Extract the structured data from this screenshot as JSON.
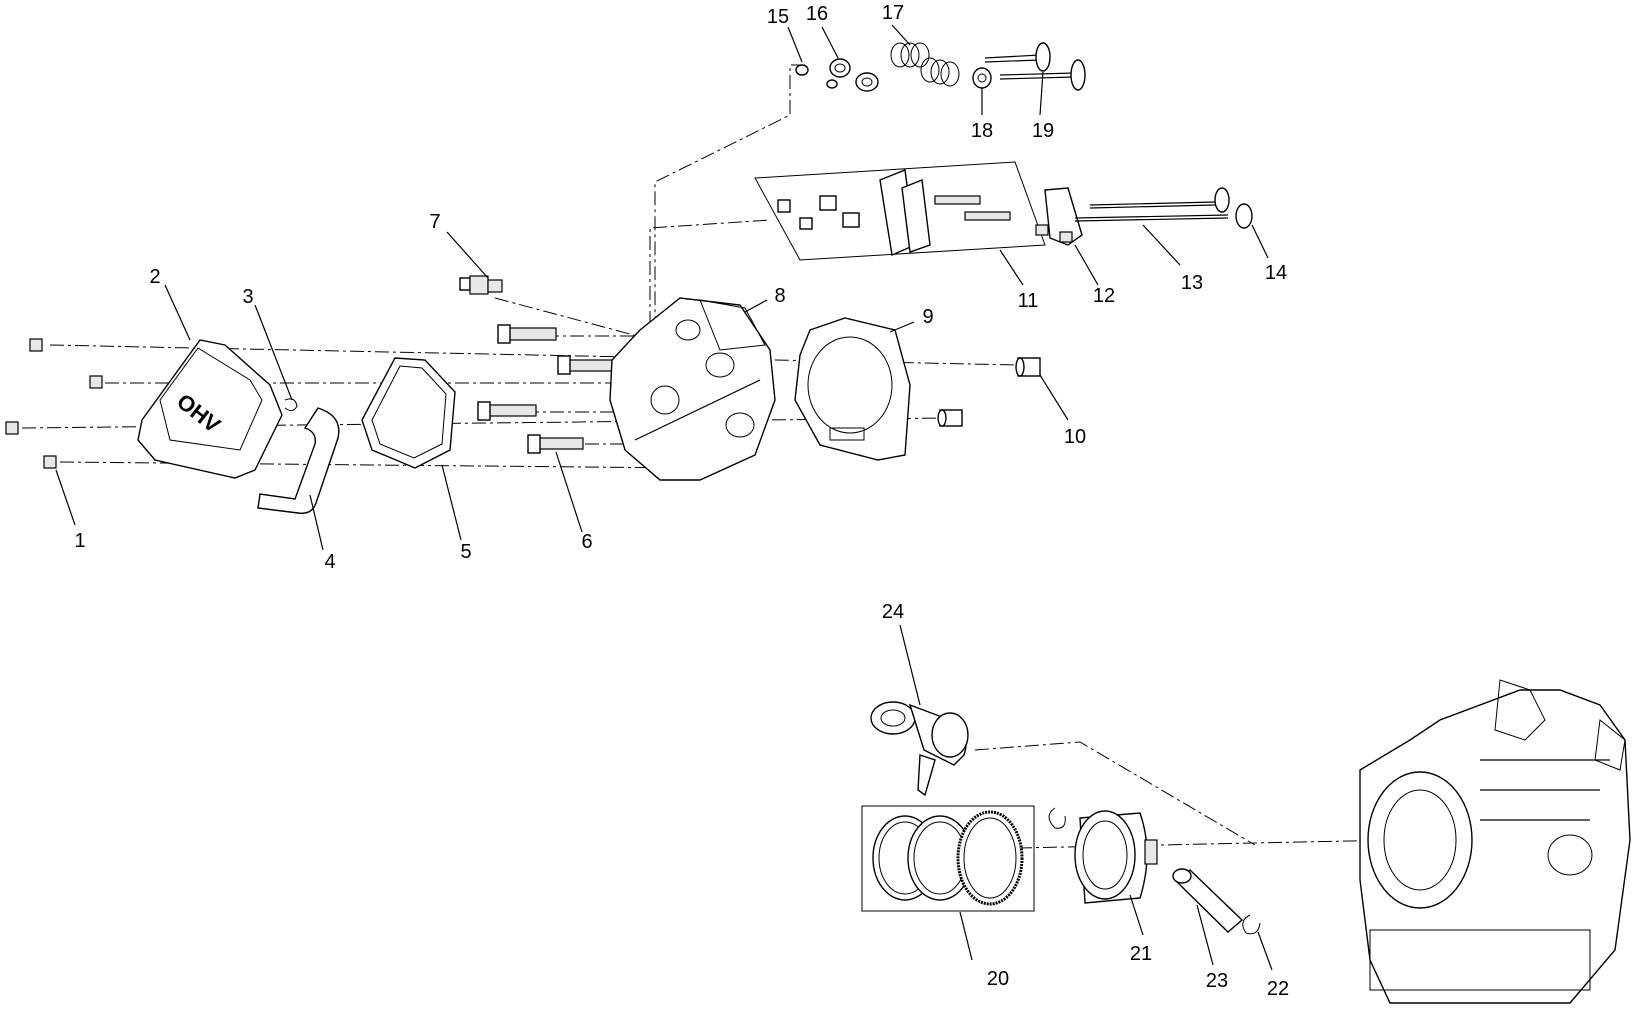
{
  "diagram": {
    "labels": [
      "1",
      "2",
      "3",
      "4",
      "5",
      "6",
      "7",
      "8",
      "9",
      "10",
      "11",
      "12",
      "13",
      "14",
      "15",
      "16",
      "17",
      "18",
      "19",
      "20",
      "21",
      "22",
      "23",
      "24"
    ],
    "cover_text": "OHV"
  }
}
